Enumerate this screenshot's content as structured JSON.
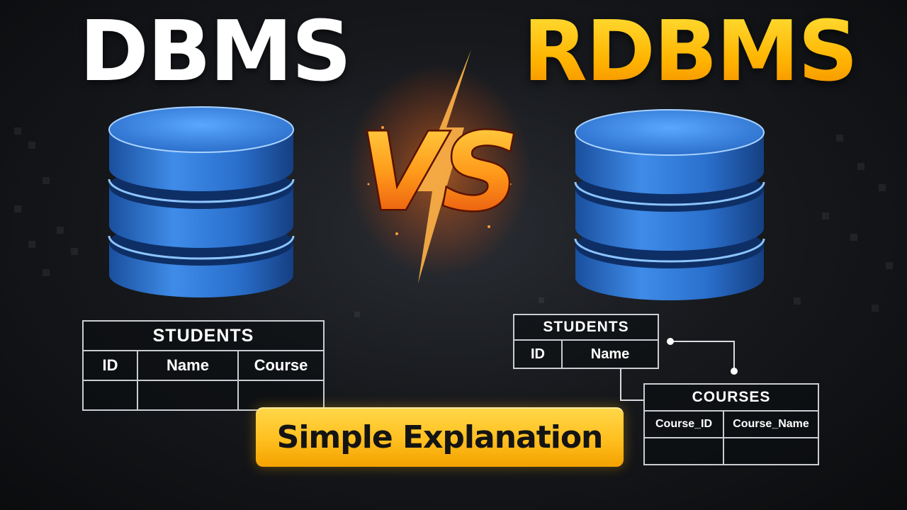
{
  "titles": {
    "left": "DBMS",
    "right": "RDBMS",
    "center": "VS"
  },
  "colors": {
    "accent_yellow": "#ffbf1f",
    "db_blue": "#2f79d6",
    "vs_orange": "#f06a0a"
  },
  "icons": {
    "left_database": "database-icon",
    "right_database": "database-icon",
    "vs_emblem": "vs-lightning-emblem"
  },
  "dbms_table": {
    "name": "STUDENTS",
    "columns": [
      "ID",
      "Name",
      "Course"
    ]
  },
  "rdbms_students": {
    "name": "STUDENTS",
    "columns": [
      "ID",
      "Name"
    ]
  },
  "rdbms_courses": {
    "name": "COURSES",
    "columns": [
      "Course_ID",
      "Course_Name"
    ]
  },
  "badge": {
    "label": "Simple Explanation"
  }
}
